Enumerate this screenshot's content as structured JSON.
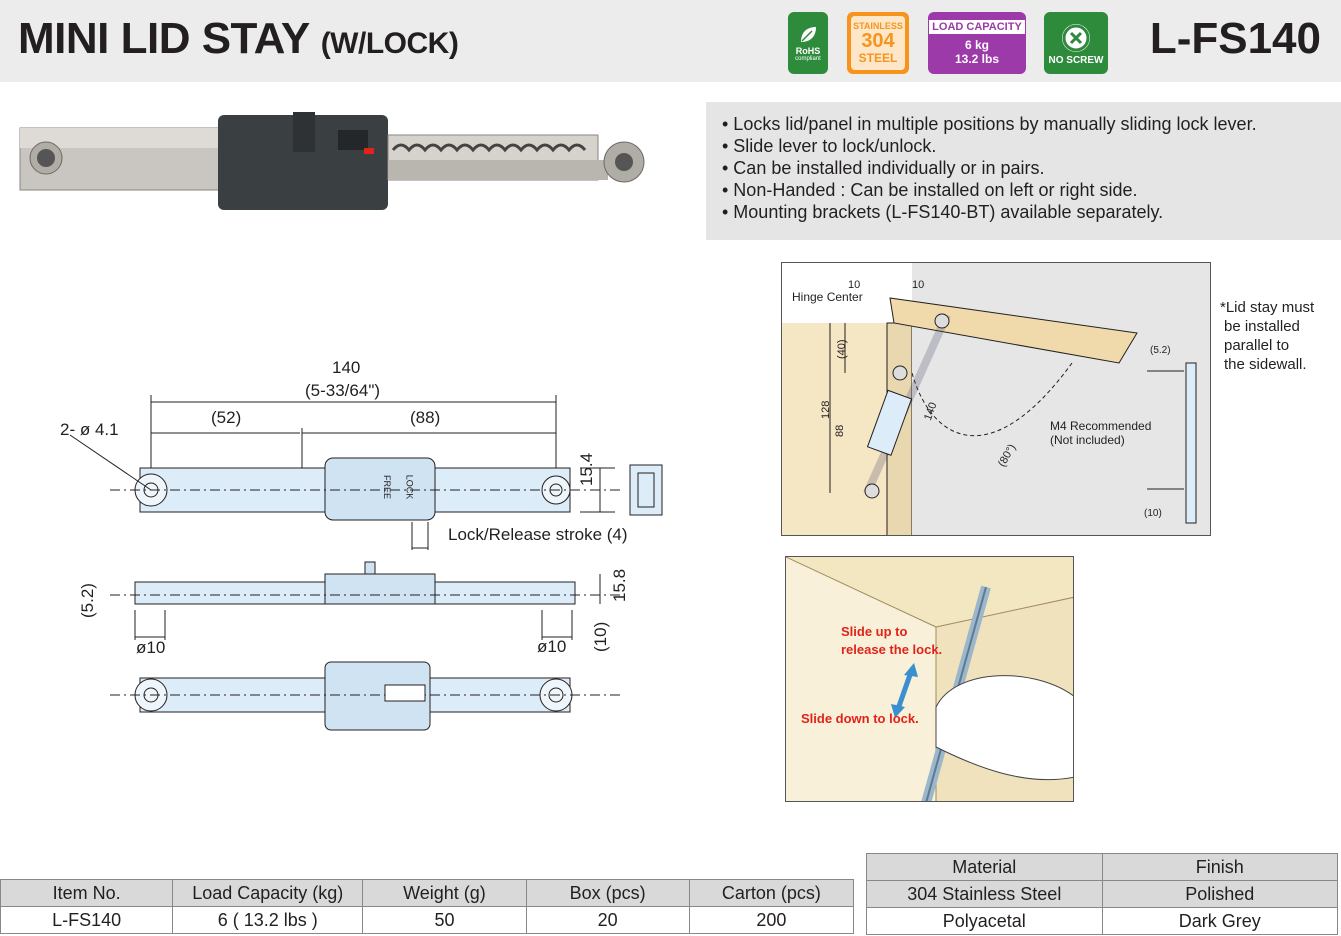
{
  "header": {
    "title": "MINI LID STAY",
    "title_sub": "(W/LOCK)",
    "model": "L-FS140"
  },
  "badges": {
    "rohs": "RoHS",
    "rohs_sub": "compliant",
    "steel_top": "STAINLESS",
    "steel_mid": "304",
    "steel_bot": "STEEL",
    "load_title": "LOAD CAPACITY",
    "load_kg": "6 kg",
    "load_lbs": "13.2 lbs",
    "noscrew": "NO SCREW"
  },
  "features": [
    "• Locks lid/panel in multiple positions by manually sliding lock lever.",
    "• Slide lever to lock/unlock.",
    "• Can be installed individually or in pairs.",
    "• Non-Handed : Can be installed on left or right side.",
    "• Mounting brackets (L-FS140-BT) available separately."
  ],
  "drawing": {
    "overall": "140",
    "overall_in": "(5-33/64\")",
    "left_span": "(52)",
    "right_span": "(88)",
    "hole": "2- ø 4.1",
    "height": "15.4",
    "stroke": "Lock/Release stroke (4)",
    "offset": "(5.2)",
    "thick": "15.8",
    "gap": "(10)",
    "dia_left": "ø10",
    "dia_right": "ø10",
    "free": "FREE",
    "lock": "LOCK"
  },
  "install": {
    "ten_a": "10",
    "ten_b": "10",
    "hinge_center": "Hinge Center",
    "d40": "(40)",
    "d128": "128",
    "d88": "88",
    "d140": "140",
    "angle": "(80°)",
    "m4": "M4 Recommended",
    "m4_sub": "(Not included)",
    "side_52": "(5.2)",
    "side_10": "(10)"
  },
  "note": [
    "*Lid stay must",
    "be installed",
    "parallel to",
    "the sidewall."
  ],
  "photo": {
    "slide_up": "Slide up to",
    "slide_up2": "release the lock.",
    "slide_down": "Slide down to lock."
  },
  "spec_table": {
    "headers": [
      "Item No.",
      "Load Capacity (kg)",
      "Weight (g)",
      "Box (pcs)",
      "Carton (pcs)"
    ],
    "row": [
      "L-FS140",
      "6 ( 13.2 lbs )",
      "50",
      "20",
      "200"
    ]
  },
  "material_table": {
    "headers": [
      "Material",
      "Finish"
    ],
    "rows": [
      [
        "304 Stainless Steel",
        "Polished"
      ],
      [
        "Polyacetal",
        "Dark Grey"
      ]
    ]
  }
}
